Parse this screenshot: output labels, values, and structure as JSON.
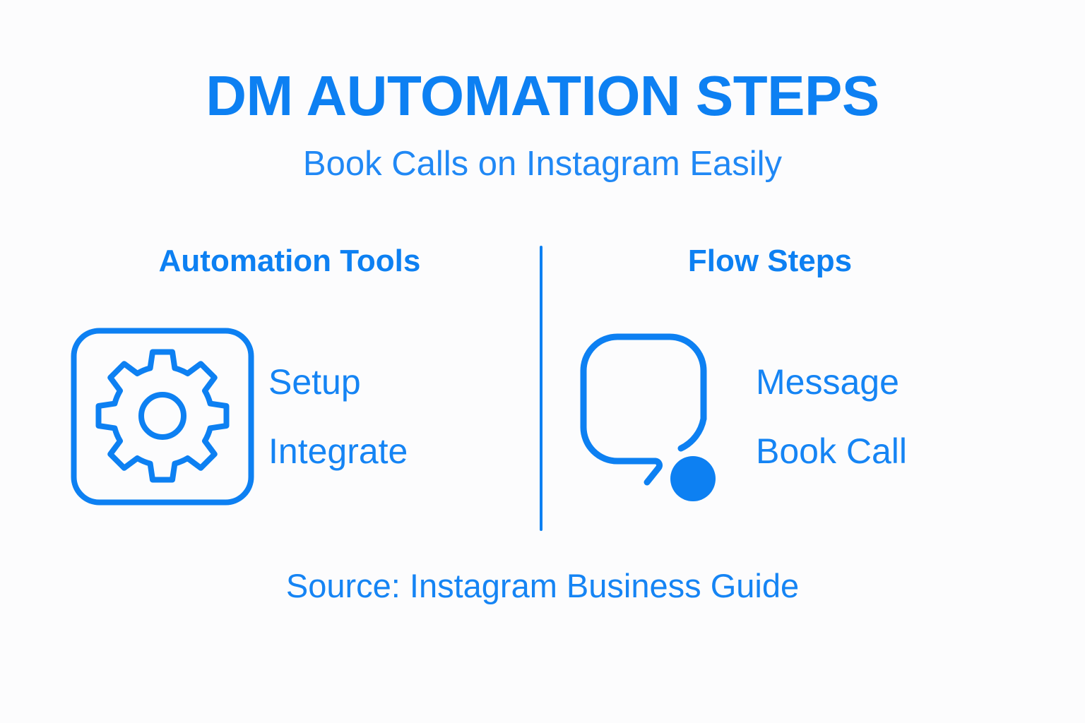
{
  "header": {
    "title": "DM AUTOMATION STEPS",
    "subtitle": "Book Calls on Instagram Easily"
  },
  "colors": {
    "accent": "#0d80f2",
    "accent_light": "#1584f4",
    "background": "#fcfcfd"
  },
  "columns": [
    {
      "heading": "Automation Tools",
      "icon": "gear-in-rounded-square-icon",
      "items": [
        {
          "label": "Setup"
        },
        {
          "label": "Integrate"
        }
      ]
    },
    {
      "heading": "Flow Steps",
      "icon": "speech-bubble-icon",
      "items": [
        {
          "label": "Message"
        },
        {
          "label": "Book Call"
        }
      ]
    }
  ],
  "footer": {
    "source": "Source: Instagram Business Guide"
  }
}
